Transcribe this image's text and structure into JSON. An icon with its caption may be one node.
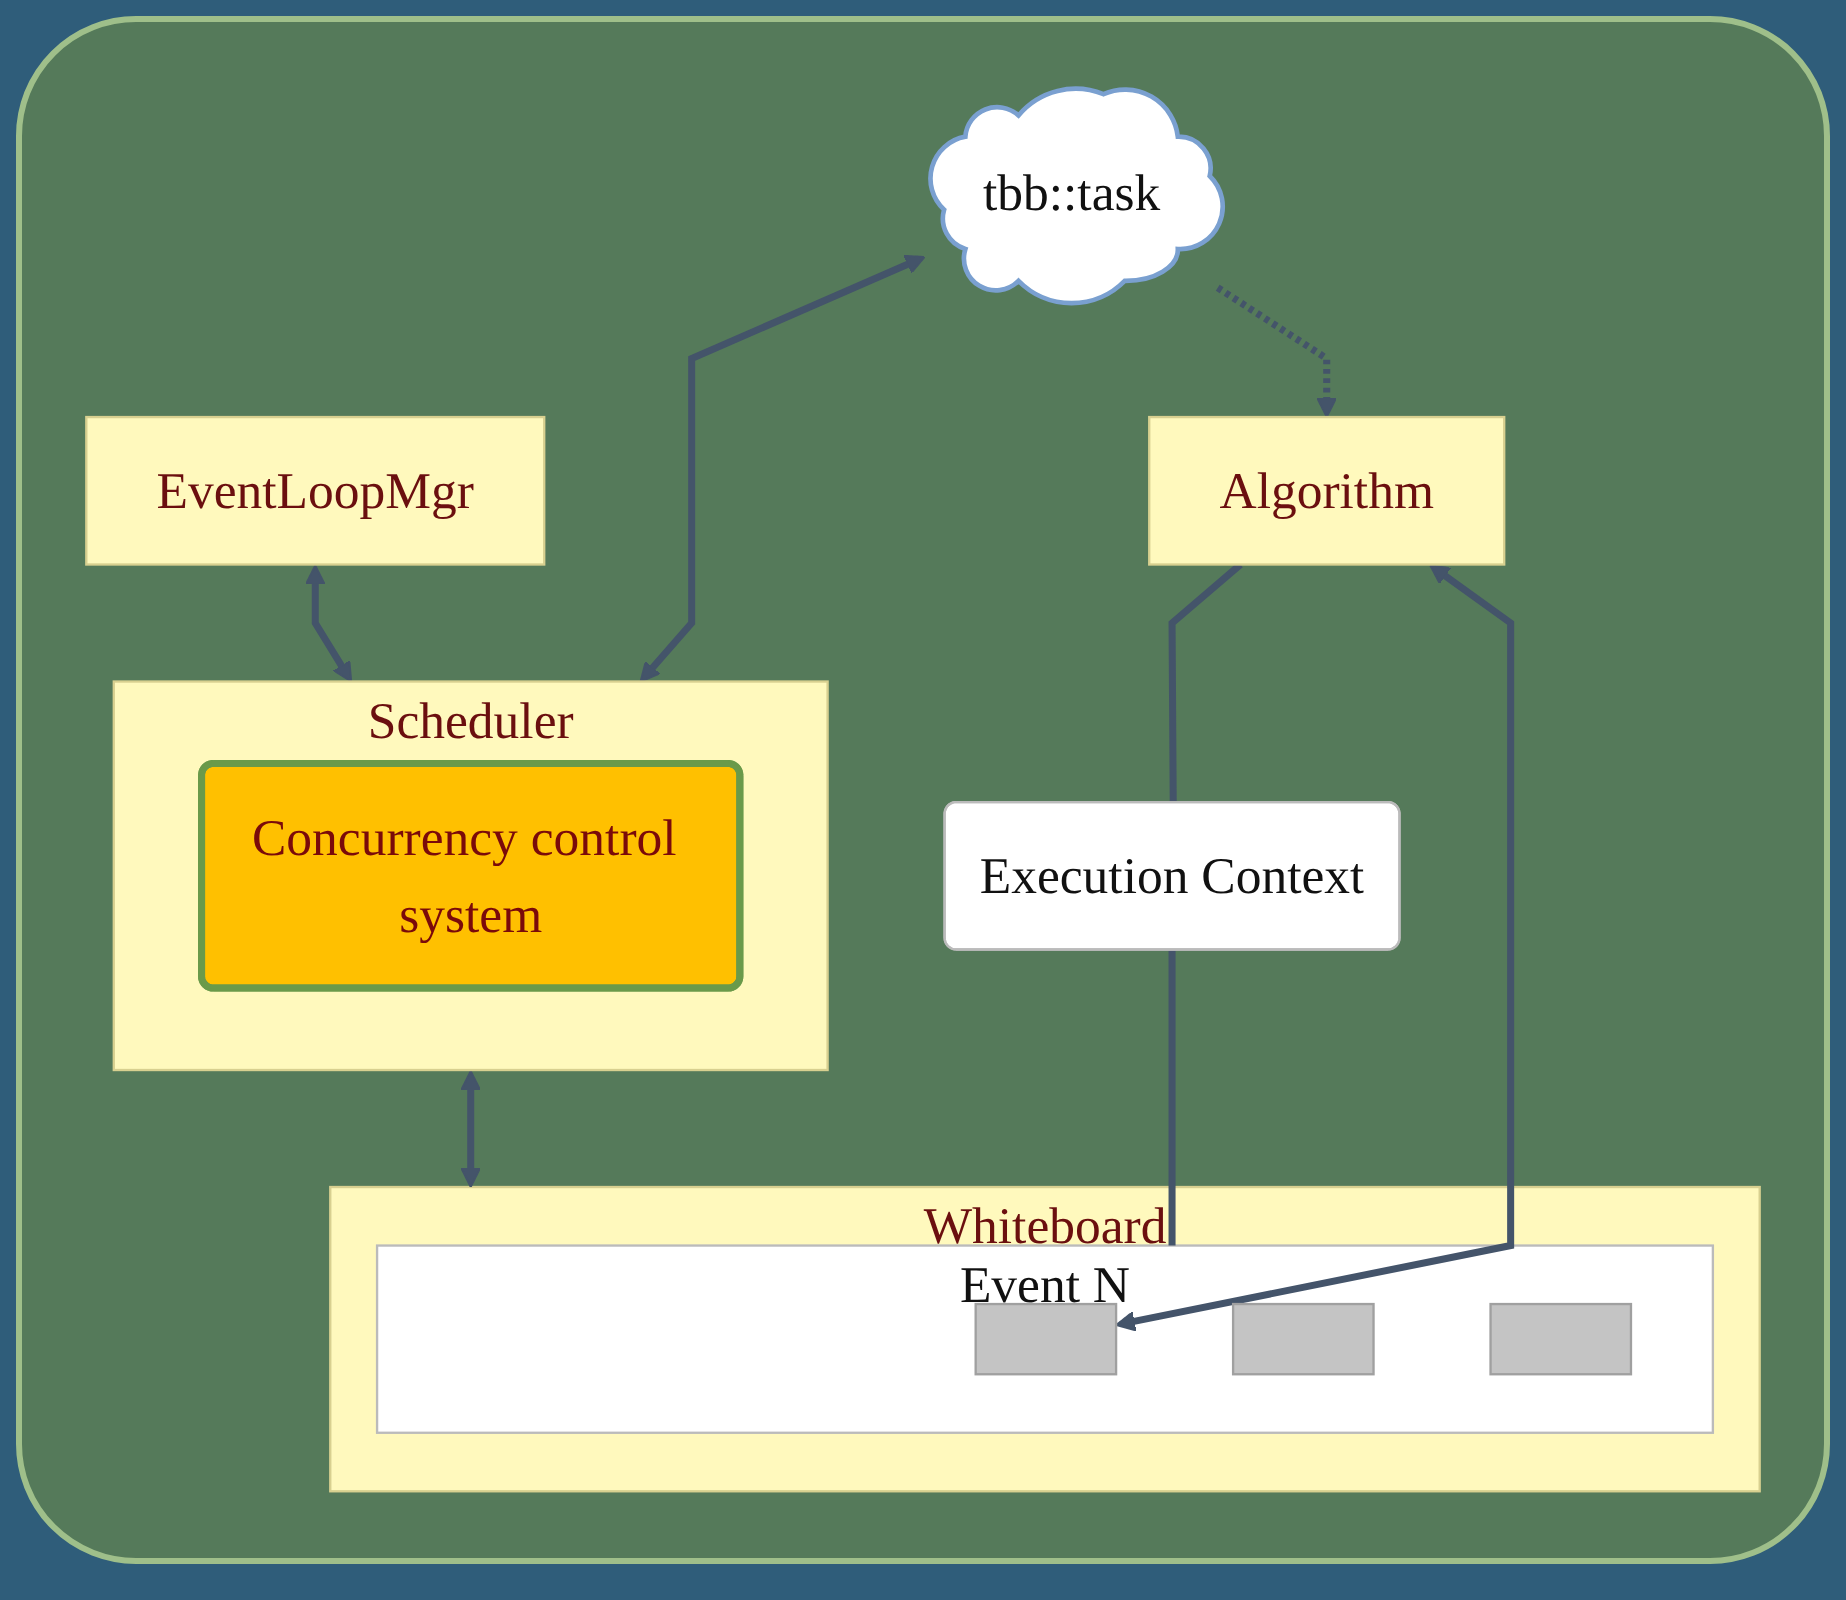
{
  "diagram": {
    "nodes": [
      {
        "text": [
          "EventLoopMgr"
        ]
      },
      {
        "text": [
          "Scheduler"
        ]
      },
      {
        "text": [
          "Concurrency control system"
        ],
        "in": 1
      },
      {
        "text": [
          "tbb::task"
        ]
      },
      {
        "text": [
          "Algorithm"
        ]
      },
      {
        "text": [
          "Whiteboard"
        ]
      },
      {
        "text": [
          "Event N"
        ],
        "in": 5
      },
      {
        "text": [],
        "shape": "box",
        "in": 6
      },
      {
        "text": [],
        "shape": "box",
        "in": 6
      },
      {
        "text": [],
        "shape": "box",
        "in": 6
      },
      {
        "text": [
          "Execution Context"
        ]
      }
    ],
    "edges": [
      {
        "from": 0,
        "to": 1,
        "arrow": "both"
      },
      {
        "from": 3,
        "to": 1,
        "arrow": "both"
      },
      {
        "from": 3,
        "to": 4,
        "arrow": "to",
        "style": "dashed"
      },
      {
        "from": 1,
        "to": 5,
        "arrow": "both"
      },
      {
        "from": 4,
        "to": 7,
        "arrow": "both"
      },
      {
        "from": 4,
        "to": 10,
        "arrow": "none"
      },
      {
        "from": 10,
        "to": 6,
        "arrow": "none"
      }
    ]
  }
}
